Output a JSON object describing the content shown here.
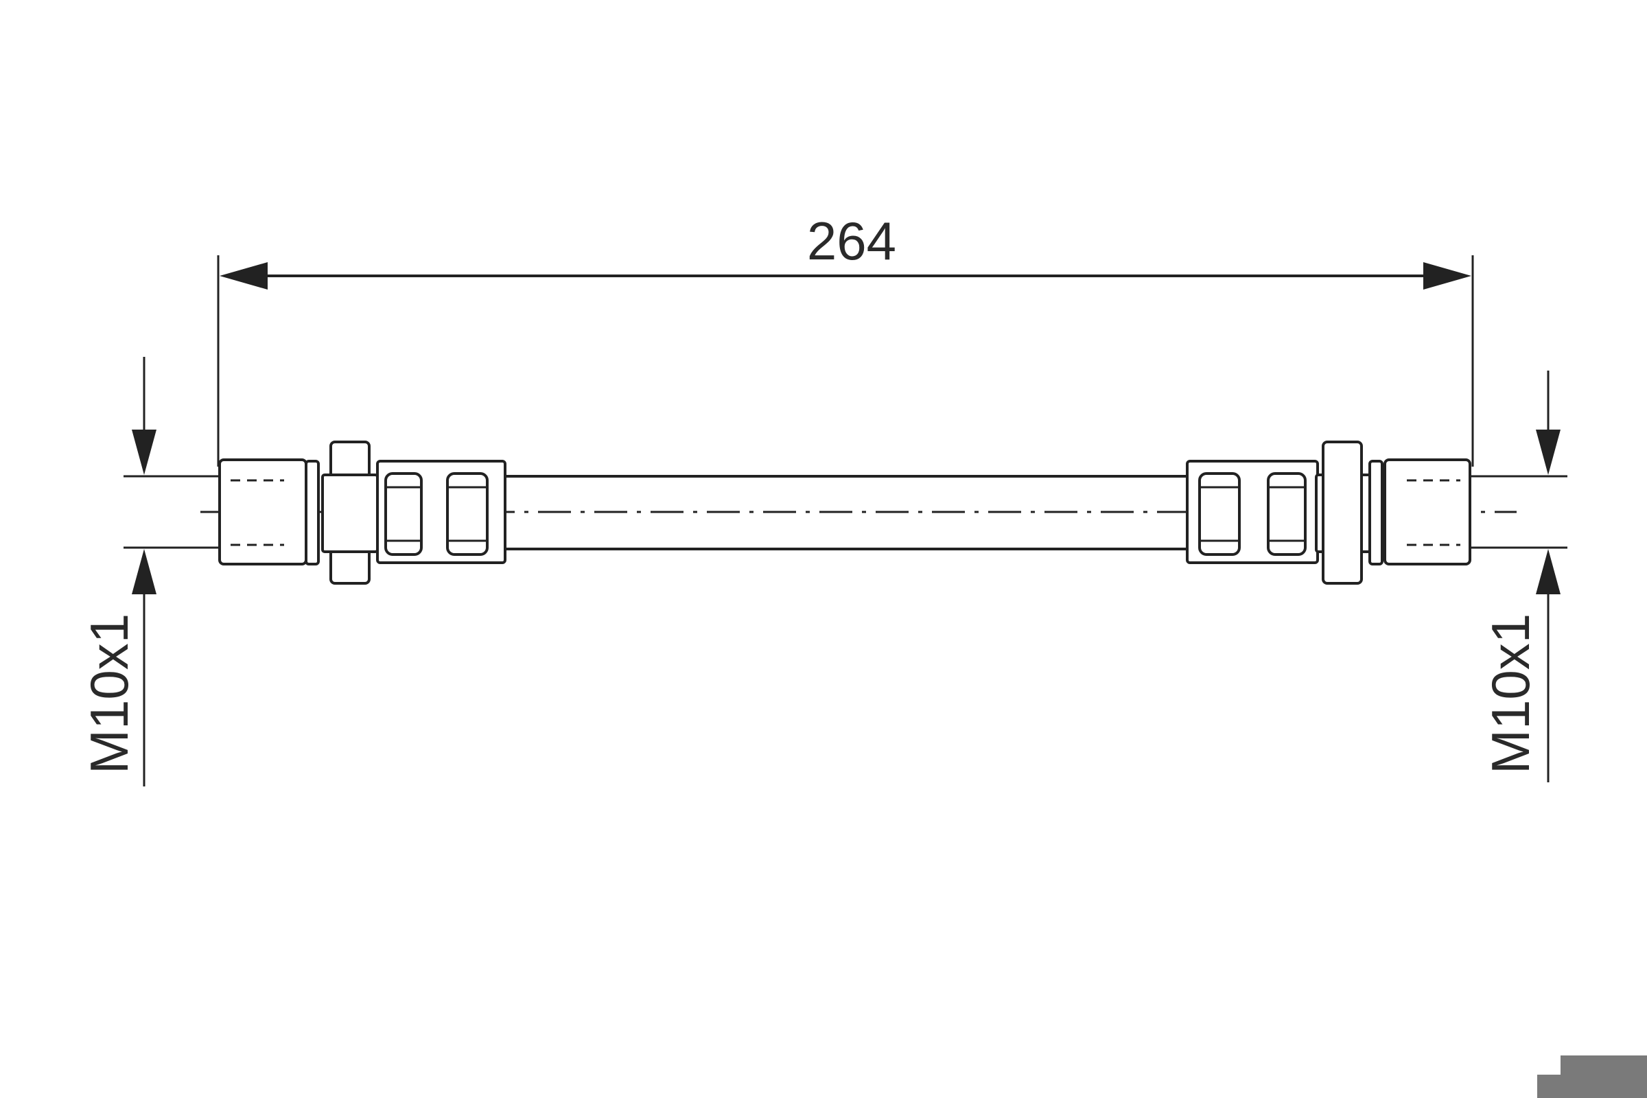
{
  "drawing": {
    "length_dimension": "264",
    "left_thread": "M10x1",
    "right_thread": "M10x1",
    "line_color": "#222222",
    "background_color": "#ffffff"
  }
}
